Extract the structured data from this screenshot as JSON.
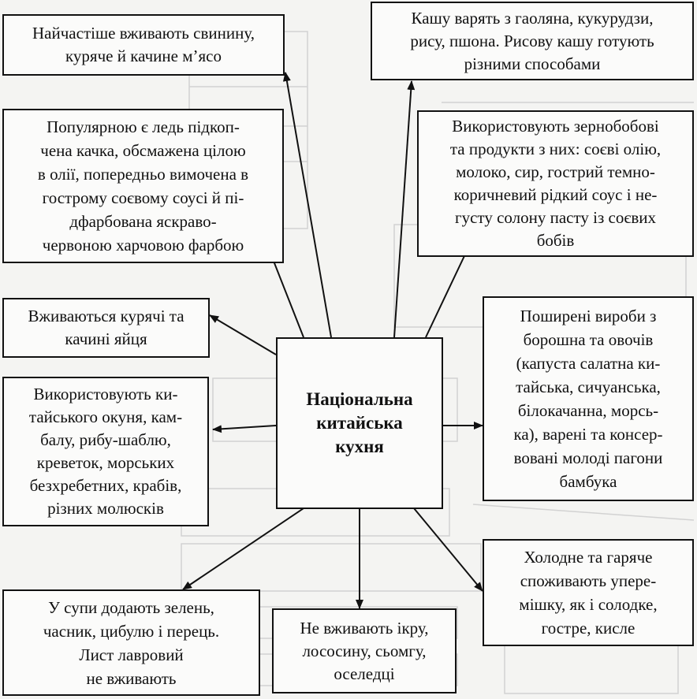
{
  "center": "Національна\nкитайська\nкухня",
  "boxes": [
    {
      "id": "meat",
      "text": "Найчастіше вживають свинину,\nкуряче й качине м’ясо"
    },
    {
      "id": "duck",
      "text": "Популярною є ледь підкоп-\nчена качка, обсмажена цілою\nв олії, попередньо вимочена в\nгострому соєвому соусі й пі-\nдфарбована яскраво-\nчервоною харчовою фарбою"
    },
    {
      "id": "eggs",
      "text": "Вживаються курячі та\nкачині яйця"
    },
    {
      "id": "fish",
      "text": "Використовують ки-\nтайського окуня, кам-\nбалу, рибу-шаблю,\nкреветок, морських\nбезхребетних, крабів,\nрізних молюсків"
    },
    {
      "id": "soups",
      "text": "У супи додають зелень,\nчасник, цибулю і перець.\nЛист лавровий\nне вживають"
    },
    {
      "id": "caviar",
      "text": "Не вживають ікру,\nлососину, сьомгу,\nоселедці"
    },
    {
      "id": "cold-hot",
      "text": "Холодне та гаряче\nспоживають упере-\nмішку, як і солодке,\nгостре, кисле"
    },
    {
      "id": "flour",
      "text": "Поширені вироби з\nборошна та овочів\n(капуста салатна ки-\nтайська, сичуанська,\nбілокачанна, морсь-\nка), варені та консер-\nвовані молоді пагони\nбамбука"
    },
    {
      "id": "legumes",
      "text": "Використовують зернобобові\nта продукти з них: соєві олію,\nмолоко, сир, гострий темно-\nкоричневий рідкий соус і не-\nгусту солону пасту із соєвих\nбобів"
    },
    {
      "id": "porridge",
      "text": "Кашу варять з гаоляна, кукурудзи,\nрису, пшона. Рисову кашу готують\nрізними способами"
    }
  ],
  "colors": {
    "line": "#111111",
    "box_bg": "#fbfbfa",
    "page_bg": "#f4f4f2",
    "ghost": "#cfcfcf"
  }
}
